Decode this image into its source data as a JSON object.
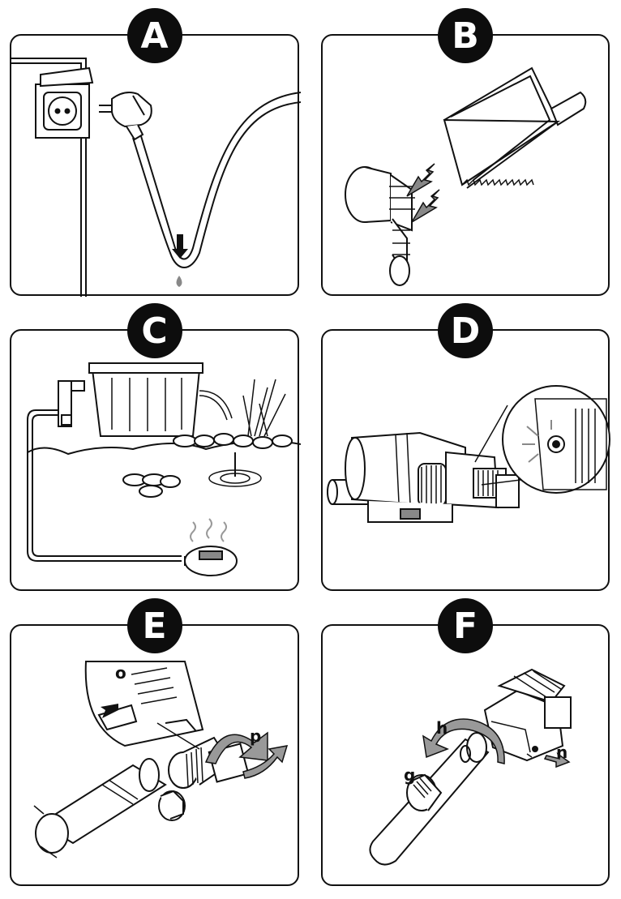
{
  "panels": [
    {
      "letter": "A"
    },
    {
      "letter": "B"
    },
    {
      "letter": "C"
    },
    {
      "letter": "D"
    },
    {
      "letter": "E",
      "callouts": {
        "o": "o",
        "p": "p"
      }
    },
    {
      "letter": "F",
      "callouts": {
        "h": "h",
        "g": "g",
        "n": "n"
      }
    }
  ]
}
